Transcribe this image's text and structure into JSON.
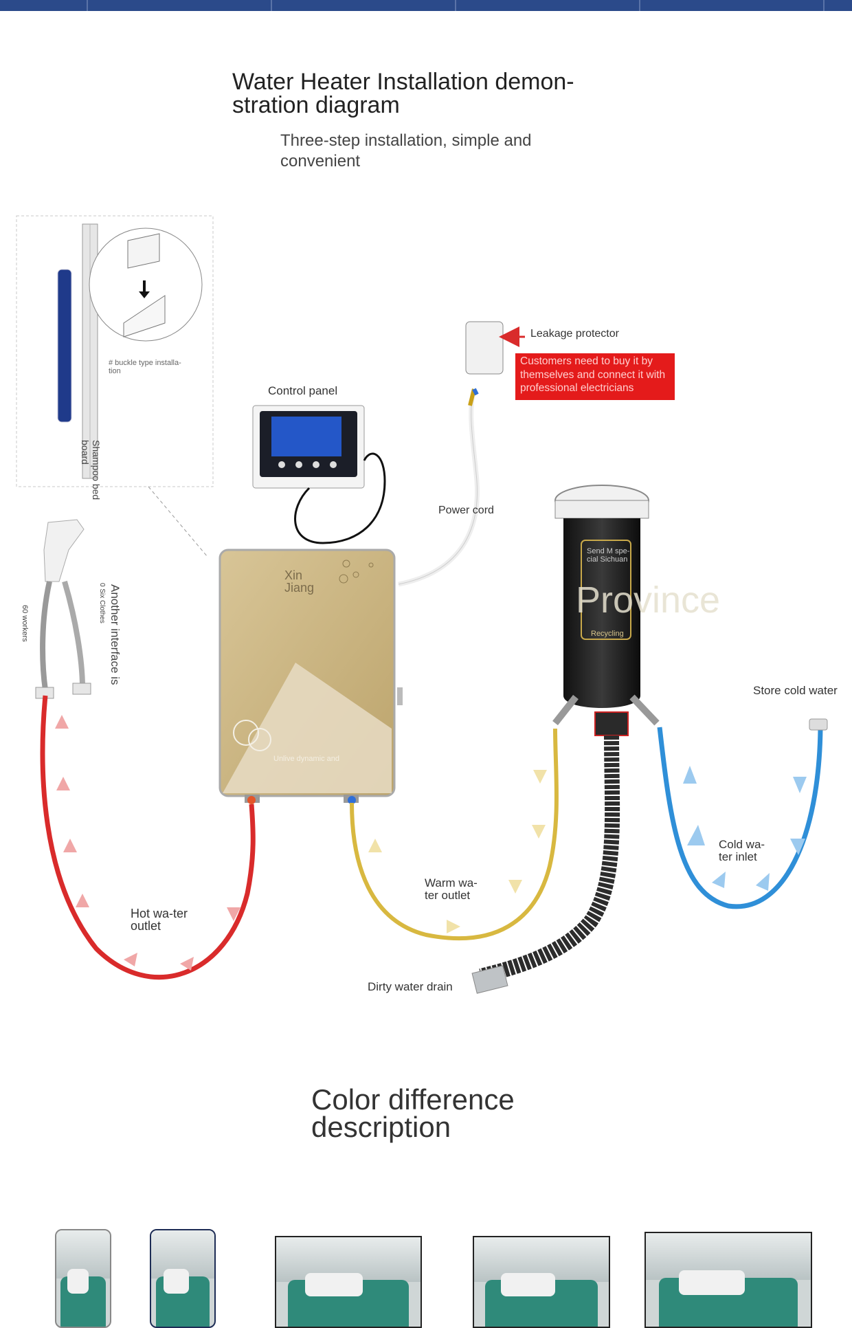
{
  "header": {
    "title": "Water Heater Installation demon-stration diagram",
    "subtitle": "Three-step installation, simple and convenient"
  },
  "diagram": {
    "inset_note": "# buckle type installa-tion",
    "inset_board": "Shampoo bed board",
    "control_panel": "Control panel",
    "leakage_protector": "Leakage protector",
    "warning": "Customers need to buy it by themselves and connect it with professional electricians",
    "power_cord": "Power cord",
    "heater_brand": "Xin Jiang",
    "heater_slogan": "Unlive dynamic and",
    "filter_label": "Send M spe-cial Sichuan",
    "filter_sub": "Recycling",
    "watermark": "Province",
    "side_60": "60 workers",
    "side_six": "0 Six Clothes",
    "side_interface": "Another interface is",
    "store_cold": "Store cold water",
    "cold_inlet": "Cold wa-ter inlet",
    "warm_outlet": "Warm wa-ter outlet",
    "hot_outlet": "Hot wa-ter outlet",
    "dirty_drain": "Dirty water drain"
  },
  "section2": {
    "title": "Color difference description"
  },
  "colors": {
    "topbar": "#2b4a8a",
    "hot_pipe": "#d92b2b",
    "warm_pipe": "#d8b840",
    "cold_pipe": "#2f8fd8",
    "warning_bg": "#e41b1b",
    "heater_body": "#cdb889"
  }
}
